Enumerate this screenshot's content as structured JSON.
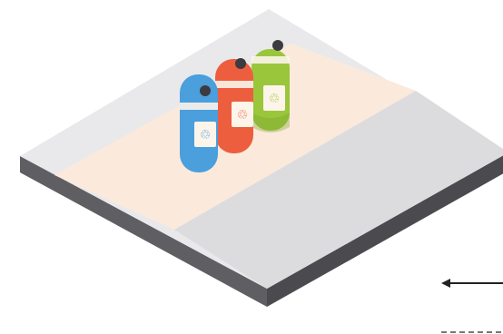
{
  "scene": {
    "platform": {
      "top_color": "#e9e9eb",
      "side_color": "#5e5e63",
      "side_dark_color": "#4a4a4f",
      "zone_beige_color": "#fbeadb",
      "zone_gray_color": "#dcdcde"
    },
    "bins": [
      {
        "name": "blue-bin",
        "body_color": "#4a9fdc",
        "dark_color": "#2f79b3"
      },
      {
        "name": "red-bin",
        "body_color": "#ec5e3e",
        "dark_color": "#c2452a"
      },
      {
        "name": "green-bin",
        "body_color": "#9ac63c",
        "dark_color": "#78a02a"
      }
    ],
    "bin_dot_color": "#3b3b40",
    "bin_label_color": "#fdf4ea",
    "arrow": {
      "icon": "left-arrow-icon",
      "color": "#222222"
    }
  }
}
